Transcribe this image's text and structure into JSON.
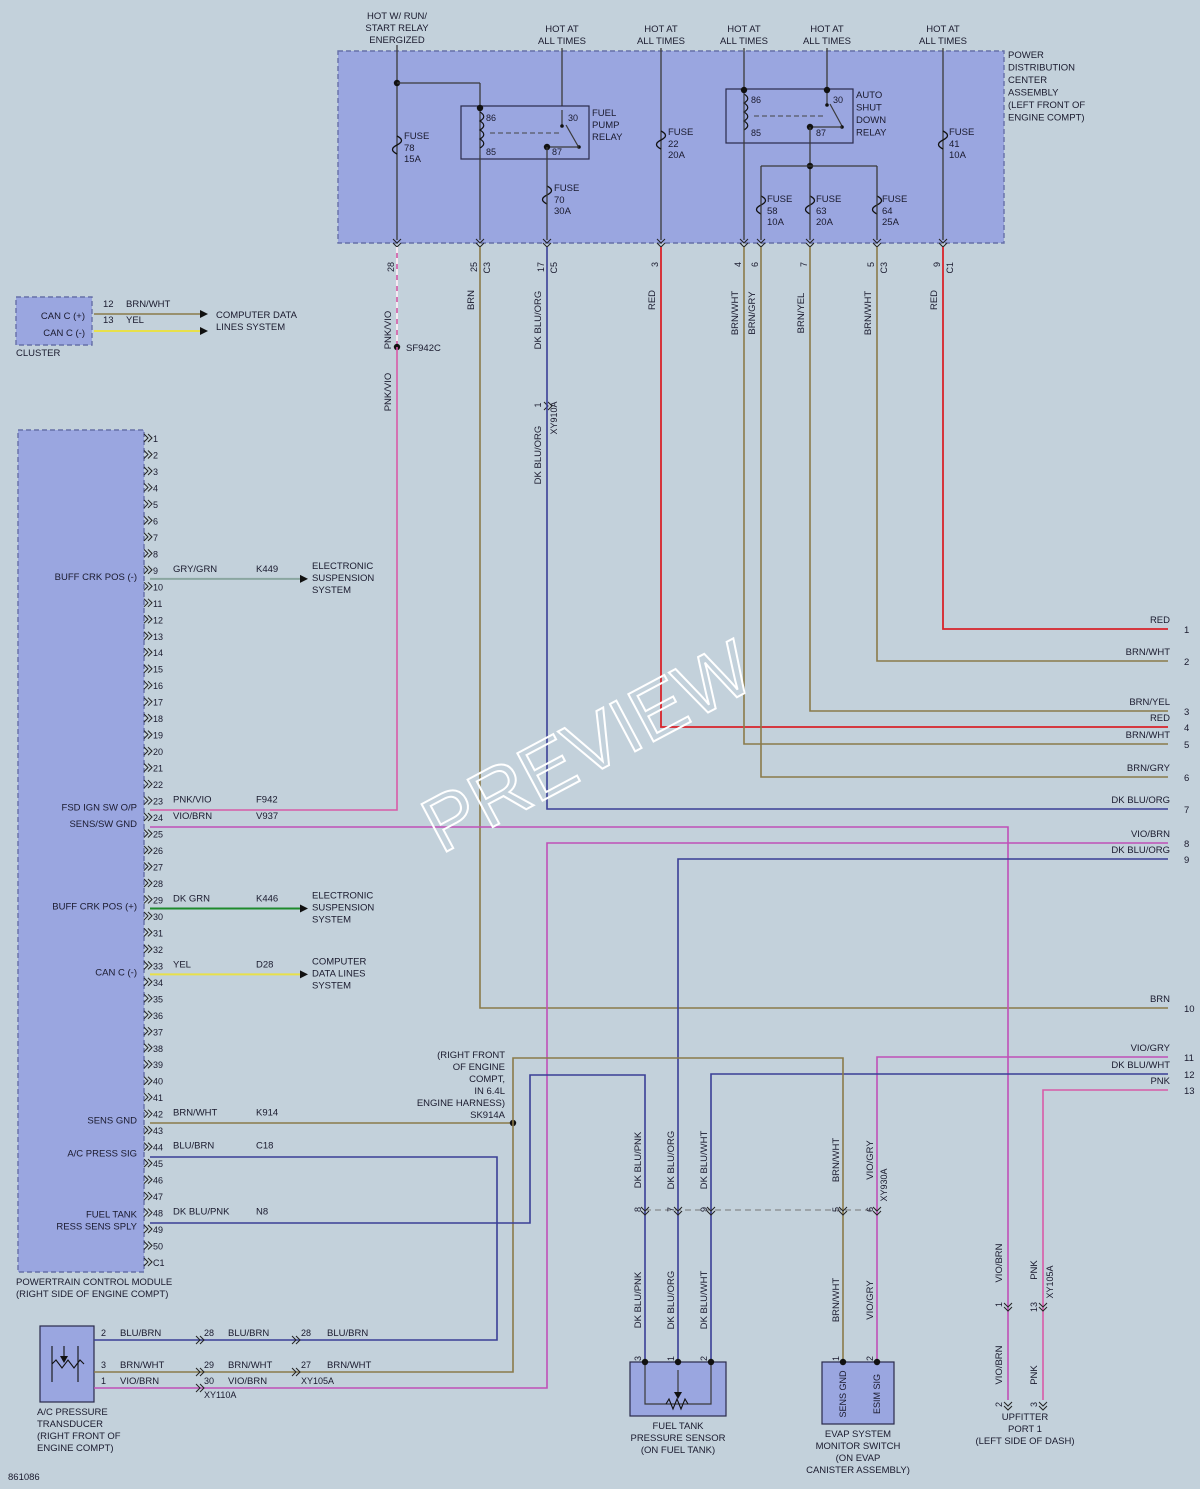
{
  "pdc": {
    "feeds": [
      {
        "label": "HOT W/ RUN/ START RELAY ENERGIZED"
      },
      {
        "label": "HOT AT ALL TIMES"
      },
      {
        "label": "HOT AT ALL TIMES"
      },
      {
        "label": "HOT AT ALL TIMES"
      },
      {
        "label": "HOT AT ALL TIMES"
      },
      {
        "label": "HOT AT ALL TIMES"
      }
    ],
    "title_lines": [
      "POWER",
      "DISTRIBUTION",
      "CENTER",
      "ASSEMBLY",
      "(LEFT FRONT OF",
      "ENGINE COMPT)"
    ],
    "fuses": [
      {
        "name": "FUSE",
        "num": "78",
        "amp": "15A"
      },
      {
        "name": "FUSE",
        "num": "70",
        "amp": "30A"
      },
      {
        "name": "FUSE",
        "num": "22",
        "amp": "20A"
      },
      {
        "name": "FUSE",
        "num": "58",
        "amp": "10A"
      },
      {
        "name": "FUSE",
        "num": "63",
        "amp": "20A"
      },
      {
        "name": "FUSE",
        "num": "64",
        "amp": "25A"
      },
      {
        "name": "FUSE",
        "num": "41",
        "amp": "10A"
      }
    ],
    "fuel_relay": {
      "lines": [
        "FUEL",
        "PUMP",
        "RELAY"
      ],
      "pins": [
        "86",
        "30",
        "85",
        "87"
      ]
    },
    "asd_relay": {
      "lines": [
        "AUTO",
        "SHUT",
        "DOWN",
        "RELAY"
      ],
      "pins": [
        "86",
        "30",
        "85",
        "87"
      ]
    },
    "pins": [
      {
        "pin": "28",
        "conn": ""
      },
      {
        "pin": "25",
        "conn": "C3"
      },
      {
        "pin": "17",
        "conn": "C5"
      },
      {
        "pin": "3",
        "conn": ""
      },
      {
        "pin": "4",
        "conn": ""
      },
      {
        "pin": "6",
        "conn": ""
      },
      {
        "pin": "7",
        "conn": ""
      },
      {
        "pin": "5",
        "conn": "C3"
      },
      {
        "pin": "9",
        "conn": "C1"
      }
    ]
  },
  "wire_labels": {
    "pnk_vio": "PNK/VIO",
    "brn": "BRN",
    "dk_blu_org": "DK BLU/ORG",
    "red": "RED",
    "brn_wht": "BRN/WHT",
    "brn_gry": "BRN/GRY",
    "brn_yel": "BRN/YEL",
    "sf942c": "SF942C",
    "xy910a": "XY910A",
    "xy910a_pin": "1"
  },
  "cluster": {
    "label": "CLUSTER",
    "rows": [
      {
        "name": "CAN C (+)",
        "pin": "12",
        "color": "BRN/WHT"
      },
      {
        "name": "CAN C (-)",
        "pin": "13",
        "color": "YEL"
      }
    ],
    "dest": [
      "COMPUTER DATA",
      "LINES SYSTEM"
    ]
  },
  "pcm": {
    "caption": [
      "POWERTRAIN CONTROL MODULE",
      "(RIGHT SIDE OF ENGINE COMPT)"
    ],
    "last_pin": "C1",
    "signals": [
      {
        "pin": "9",
        "name": "BUFF CRK POS (-)",
        "color": "GRY/GRN",
        "circuit": "K449",
        "dest": [
          "ELECTRONIC",
          "SUSPENSION",
          "SYSTEM"
        ]
      },
      {
        "pin": "23",
        "name": "FSD IGN SW O/P",
        "color": "PNK/VIO",
        "circuit": "F942",
        "dest": []
      },
      {
        "pin": "24",
        "name": "SENS/SW GND",
        "color": "VIO/BRN",
        "circuit": "V937",
        "dest": []
      },
      {
        "pin": "29",
        "name": "BUFF CRK POS (+)",
        "color": "DK GRN",
        "circuit": "K446",
        "dest": [
          "ELECTRONIC",
          "SUSPENSION",
          "SYSTEM"
        ]
      },
      {
        "pin": "33",
        "name": "CAN C (-)",
        "color": "YEL",
        "circuit": "D28",
        "dest": [
          "COMPUTER",
          "DATA LINES",
          "SYSTEM"
        ]
      },
      {
        "pin": "42",
        "name": "SENS GND",
        "color": "BRN/WHT",
        "circuit": "K914",
        "dest": []
      },
      {
        "pin": "44",
        "name": "A/C PRESS SIG",
        "color": "BLU/BRN",
        "circuit": "C18",
        "dest": []
      },
      {
        "pin": "48",
        "name": "FUEL TANK PRESS SENS SPLY",
        "color": "DK BLU/PNK",
        "circuit": "N8",
        "dest": []
      }
    ]
  },
  "splice_sk914a": {
    "lines": [
      "(RIGHT FRONT",
      "OF ENGINE",
      "COMPT,",
      "IN 6.4L",
      "ENGINE HARNESS)",
      "SK914A"
    ]
  },
  "right_pins": [
    {
      "pin": "1",
      "color": "RED"
    },
    {
      "pin": "2",
      "color": "BRN/WHT"
    },
    {
      "pin": "3",
      "color": "BRN/YEL"
    },
    {
      "pin": "4",
      "color": "RED"
    },
    {
      "pin": "5",
      "color": "BRN/WHT"
    },
    {
      "pin": "6",
      "color": "BRN/GRY"
    },
    {
      "pin": "7",
      "color": "DK BLU/ORG"
    },
    {
      "pin": "8",
      "color": "VIO/BRN"
    },
    {
      "pin": "9",
      "color": "DK BLU/ORG"
    },
    {
      "pin": "10",
      "color": "BRN"
    },
    {
      "pin": "11",
      "color": "VIO/GRY"
    },
    {
      "pin": "12",
      "color": "DK BLU/WHT"
    },
    {
      "pin": "13",
      "color": "PNK"
    }
  ],
  "xy930a": {
    "conn": "XY930A",
    "pins": [
      {
        "pin": "8",
        "color": "DK BLU/PNK"
      },
      {
        "pin": "7",
        "color": "DK BLU/ORG"
      },
      {
        "pin": "9",
        "color": "DK BLU/WHT"
      },
      {
        "pin": "5",
        "color": "BRN/WHT"
      },
      {
        "pin": "6",
        "color": "VIO/GRY"
      }
    ]
  },
  "fuel_sensor": {
    "pins": [
      "3",
      "1",
      "2"
    ],
    "caption": [
      "FUEL TANK",
      "PRESSURE SENSOR",
      "(ON FUEL TANK)"
    ]
  },
  "evap": {
    "pins": [
      "1",
      "2"
    ],
    "terms": [
      "SENS GND",
      "ESIM SIG"
    ],
    "caption": [
      "EVAP SYSTEM",
      "MONITOR SWITCH",
      "(ON EVAP",
      "CANISTER ASSEMBLY)"
    ]
  },
  "upfitter": {
    "caption": [
      "UPFITTER",
      "PORT 1",
      "(LEFT SIDE OF DASH)"
    ],
    "wire1": "VIO/BRN",
    "wire2": "PNK",
    "pin1": "1",
    "pin2": "13",
    "pin_top2": "2",
    "pin_top3": "3",
    "conn": "XY105A"
  },
  "ac": {
    "caption": [
      "A/C PRESSURE",
      "TRANSDUCER",
      "(RIGHT FRONT OF",
      "ENGINE COMPT)"
    ],
    "rows": [
      {
        "pin": "2",
        "color": "BLU/BRN",
        "c2pin": "28",
        "c2color": "BLU/BRN",
        "c3pin": "28",
        "c3color": "BLU/BRN"
      },
      {
        "pin": "3",
        "color": "BRN/WHT",
        "c2pin": "29",
        "c2color": "BRN/WHT",
        "c3pin": "27",
        "c3color": "BRN/WHT"
      },
      {
        "pin": "1",
        "color": "VIO/BRN",
        "c2pin": "30",
        "c2color": "VIO/BRN",
        "c3pin": "",
        "c3color": ""
      }
    ],
    "conn_a": "XY110A",
    "conn_b": "XY105A"
  },
  "diagram_id": "861086",
  "watermark": "PREVIEW"
}
